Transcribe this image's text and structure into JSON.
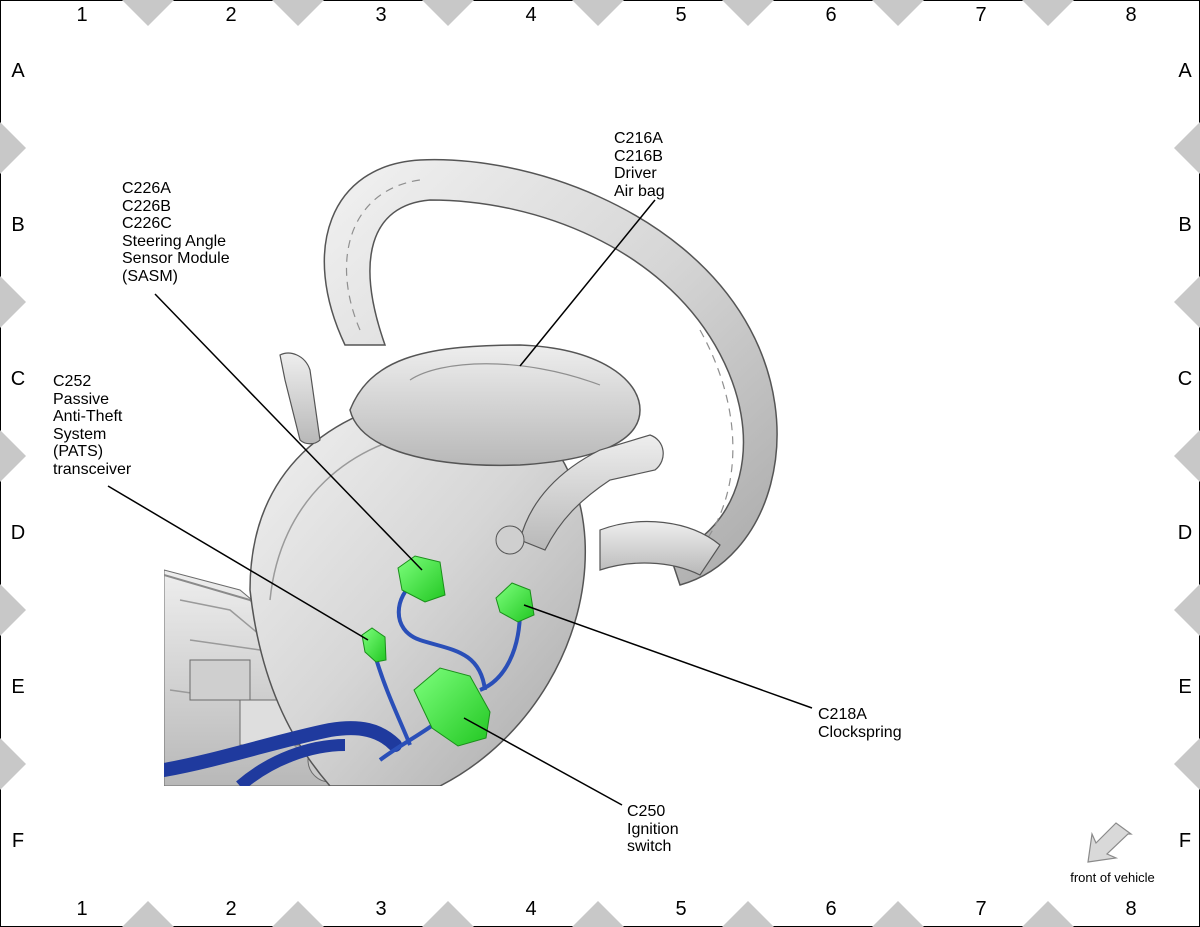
{
  "grid": {
    "columns": [
      "1",
      "2",
      "3",
      "4",
      "5",
      "6",
      "7",
      "8"
    ],
    "rows": [
      "A",
      "B",
      "C",
      "D",
      "E",
      "F"
    ]
  },
  "callouts": {
    "driver_air_bag": [
      "C216A",
      "C216B",
      "Driver",
      "Air bag"
    ],
    "sasm": [
      "C226A",
      "C226B",
      "C226C",
      "Steering Angle",
      "Sensor Module",
      "(SASM)"
    ],
    "pats": [
      "C252",
      "Passive",
      "Anti-Theft",
      "System",
      "(PATS)",
      "transceiver"
    ],
    "clockspring": [
      "C218A",
      "Clockspring"
    ],
    "ignition_switch": [
      "C250",
      "Ignition",
      "switch"
    ]
  },
  "orientation": {
    "label": "front of vehicle"
  },
  "colors": {
    "connector": "#3fe63f",
    "harness": "#2a4fb8",
    "component": "#d9d9d9",
    "grid_marker": "#c8c8c8"
  }
}
